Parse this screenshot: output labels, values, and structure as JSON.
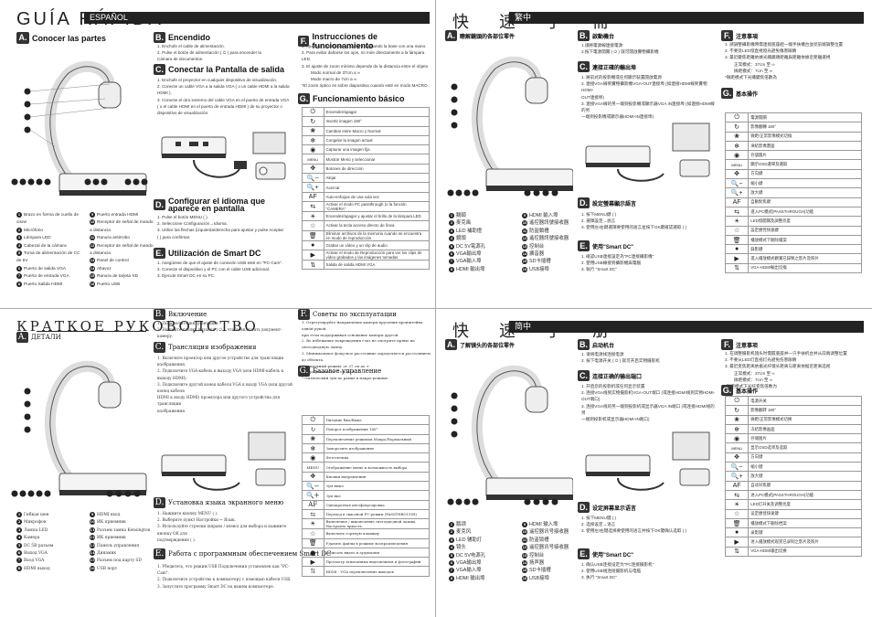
{
  "es": {
    "title": "GUÍA RÁPIDA",
    "lang": "ESPAÑOL",
    "a": {
      "tag": "A.",
      "head": "Conocer las partes"
    },
    "b": {
      "tag": "B.",
      "head": "Encendido",
      "lines": [
        "1. Enchufe el cable de alimentación.",
        "2. Pulse el botón de alimentación ( ⏻ ) para encender la",
        "Cámara de documentos."
      ]
    },
    "c": {
      "tag": "C.",
      "head": "Conectar la Pantalla de salida",
      "lines": [
        "1. Enchufe el proyector en cualquier dispositivo de visualización.",
        "2. Conecte un cable VGA a la salida VGA ( o un cable HDMI a la salida",
        "HDMI ).",
        "3. Conecte el otro extremo del cable VGA en el puerto de entrada VGA",
        "( o el cable HDMI en el puerto de entrada HDMI ) de su proyector o",
        "dispositivo de visualización."
      ]
    },
    "d": {
      "tag": "D.",
      "head1": "Configurar el idioma que",
      "head2": "aparece en pantalla",
      "lines": [
        "1. Pulse el botón MENU ( ).",
        "2. Seleccione Configuración→Idioma.",
        "3. Utilice las flechas (izquierda/derecha para ajustar y pulse Aceptar",
        "( ) para confirmar."
      ]
    },
    "e": {
      "tag": "E.",
      "head": "Utilización de Smart DC",
      "lines": [
        "1. Asegúrese de que el ajuste de conexión USB esté en \"PC-Cam\".",
        "2. Conecte el dispositivo y el PC con el cable USB adicional.",
        "3. Ejecute Smart DC en su PC."
      ]
    },
    "f": {
      "tag": "F.",
      "head": "Instrucciones de funcionamiento",
      "lines": [
        "1. Ajuste el cabezal de la cámara sujetando la base con una mano.",
        "2. Para evitar dañarse los ojos, no mire directamente a la lámpara LED.",
        "3. El ajuste de zoom mínimo depende de la distancia entre el objeto",
        "Modo normal de 37cm a ∞",
        "Modo macro de 7cm a ∞",
        "*El zoom óptico es sobre diapositiva cuando esté en modo MACRO."
      ]
    },
    "g": {
      "tag": "G.",
      "head": "Funcionamiento básico"
    },
    "legend": [
      "Brazo en forma de cuello de cisne",
      "Micrófono",
      "Lámpara LED",
      "Cabezal de la cámara",
      "Toma de alimentación de CC de 5V",
      "Puerto de salida VGA",
      "Puerto de entrada VGA",
      "Puerto Salida HDMI",
      "Puerto entrada HDMI",
      "Receptor de señal de mando a distancia",
      "Ranura antirrobo",
      "Receptor de señal de mando a distancia",
      "Panel de control",
      "Altavoz",
      "Ranura de tarjeta SD",
      "Puerto USB"
    ],
    "ops": [
      "Encender/apagar",
      "Invertir imagen 180°",
      "Cambiar entre Macro y Normal",
      "Congelar la imagen actual",
      "Capturar una imagen fija",
      "Mostrar Menú y seleccionar",
      "Botones de dirección",
      "Alejar",
      "Acercar",
      "Auto-enfoque de una sola vez",
      "Activar el modo PC passthrough (o la función \"CAMERA\"",
      "Encender/apagar y ajustar el brillo de la lámpara LED",
      "Activar la tecla acceso directo de línea",
      "Eliminar archivos de la memoria cuando se encuentra en modo de reproducción",
      "Grabar un vídeo y un clip de audio",
      "Activar el modo de Reproducción para ver los clips de vídeo grabados y las imágenes tomadas",
      "Salida de salida HDMI VGA"
    ]
  },
  "tw": {
    "title": "快 速 手 冊",
    "lang": "繁中",
    "a": {
      "tag": "A.",
      "head": "瞭解鏡頭的各部位零件"
    },
    "b": {
      "tag": "B.",
      "head": "啟動機台",
      "lines": [
        "1.請將電源線連接電源",
        "2.按下電源開關 ( ⏻ ) 就可開啟實物攝影機"
      ]
    },
    "c": {
      "tag": "C.",
      "head": "連接正確的輸出埠",
      "lines": [
        "1. 將前式的投影機或任何顯示裝置開啟電源",
        "2. 連接VGA線到實物攝影機VGA-OUT連接埠 (如連接HDMI線到實物HDMI-",
        "OUT連接埠)",
        "3. 連接VGA線的另一端到投影機或顯示器VGA IN連接埠 (如連接HDMI線的另",
        "一端到投影機或顯示器HDMI-IN連接埠)"
      ]
    },
    "d": {
      "tag": "D.",
      "head": "設定螢幕顯示語言",
      "lines": [
        "1. 按下MENU鍵 ( )",
        "2. 選擇設定→語言",
        "3. 使用左/右鍵選擇要使用的語言並按下OK鍵確認選取 ( )"
      ]
    },
    "e": {
      "tag": "E.",
      "head": "使用\"Smart DC\"",
      "lines": [
        "1. 確認USB連接設定為\"PC連接攝影機\"",
        "2. 使用USB線接到攝影機與電腦",
        "3. 執行 \"Smart DC\""
      ]
    },
    "f": {
      "tag": "F.",
      "head": "注意事項",
      "lines": [
        "1. 請調整攝影機時需連接底座經一端手扶機台並從前端調整位置",
        "2. 不要從LED燈直視燈光避免傷害眼睛",
        "3. 最近變焦距離依據光纖鏡頭距離與距離依據近距離選視",
        "正常模式：37cm 至 ∞",
        "微距模式：7cm 至 ∞",
        "*微距模式下光纖變焦倍數為"
      ]
    },
    "g": {
      "tag": "G.",
      "head": "基本操作"
    },
    "legend": [
      "鵝頸",
      "麥克風",
      "LED 補助燈",
      "鏡頭",
      "DC 5V電源孔",
      "VGA輸出埠",
      "VGA輸入埠",
      "HDMI 輸出埠",
      "HDMI 輸入埠",
      "遙控器訊號接收器",
      "防盜鎖槽",
      "遙控器訊號接收器",
      "控制台",
      "擴音器",
      "SD卡插槽",
      "USB接埠"
    ],
    "ops": [
      "電源開關",
      "影像翻轉 180°",
      "微距/正常影像模式切換",
      "凍結影像畫面",
      "存儲圖片",
      "顯示OSD選單及選取",
      "方向鍵",
      "縮小鍵",
      "放大鍵",
      "自動對焦鍵",
      "進入PC模式(PASSTHROUGH)功能",
      "LED燈開關及調整亮度",
      "設定捷徑快速鍵",
      "播放模式下刪除檔案",
      "錄影鍵",
      "進入播放模式觀賞已錄製之影片及照片",
      "VGA-HDMI輸出切換"
    ]
  },
  "ru": {
    "title": "КРАТКОЕ РУКОВОДСТВО",
    "a": {
      "tag": "A.",
      "head": "ДЕТАЛИ"
    },
    "b": {
      "tag": "B.",
      "head": "Включение",
      "lines": [
        "1. Подключите шнур питания.",
        "2. Нажмите кнопку питания ( ⏻ ), чтобы включить документ-камеру."
      ]
    },
    "c": {
      "tag": "C.",
      "head": "Трансляция изображения",
      "lines": [
        "1. Включите проектор или другое устройство для трансляции изображения.",
        "2. Подключите VGA-кабель к выходу VGA (или HDMI-кабель к выходу HDMI).",
        "3. Подключите другой конец кабеля VGA к входу VGA (или другой конец кабеля",
        "HDMI к входу HDMI) проектора или другого устройства для трансляции",
        "изображения."
      ]
    },
    "d": {
      "tag": "D.",
      "head": "Установка языка экранного меню",
      "lines": [
        "1. Нажмите кнопку MENU ( ).",
        "2. Выберите пункт Настройки → Язык.",
        "3. Используйте стрелки (вправо / влево) для выбора и нажмите кнопку OK для",
        "подтверждения ( )."
      ]
    },
    "e": {
      "tag": "E.",
      "head": "Работа с программным обеспечением Smart DC",
      "lines": [
        "1. Убедитесь, что режим USB Подключения установлен как \"PC-Cam\".",
        "2. Подключите устройство к компьютеру с помощью кабеля USB.",
        "3. Запустите программу Smart DC на вашем компьютере."
      ]
    },
    "f": {
      "tag": "F.",
      "head": "Советы по эксплуатации",
      "lines": [
        "1. Отрегулируйте направление камеры кручения кронштейна одной рукой,",
        "при этом поддерживая основание камеры другой.",
        "2. Во избежание повреждения глаз не смотрите прямо на светодиодную лампу.",
        "3. Минимальное фокусное расстояние определяется расстоянием до объекта.",
        "Нормальный режим: от 37 см до ∞",
        "Макро-режим: от 7 см до ∞",
        "* Оптический зум по рамке в макро-режиме."
      ]
    },
    "g": {
      "tag": "G.",
      "head": "Базовое управление"
    },
    "legend": [
      "Гибкая шея",
      "Микрофон",
      "Лампа LED",
      "Камера",
      "DC 5В разъем",
      "Выход VGA",
      "Вход VGA",
      "HDMI выход",
      "HDMI вход",
      "ИК приемник",
      "Разъем замка Kensington",
      "ИК приемник",
      "Панель управления",
      "Динамик",
      "Разъем под карту SD",
      "USB порт"
    ],
    "ops": [
      "Питание Вкл/Выкл",
      "Поворот изображения 180°",
      "Переключение режимов Макро/Нормальный",
      "Заморозить изображение",
      "Фотосъемка",
      "Отображение меню и возможность выбора",
      "Кнопки направления",
      "Зум выкл",
      "Зум вкл",
      "Однократная автофокусировка",
      "Переход в сквозной PC-режим (PASSTHROUGH)",
      "Включение / выключение светодиодной лампы. Настроить яркость.",
      "Включить горячую клавишу",
      "Удалить файлы в режиме воспроизведения",
      "Записать видео и аудиоклип",
      "Просмотр записанных видеоклипов и фотографий",
      "HDMI - VGA переключение выходов"
    ]
  },
  "cn": {
    "title": "快 速 手 册",
    "lang": "简中",
    "a": {
      "tag": "A.",
      "head": "了解镜头的各部位零件"
    },
    "b": {
      "tag": "B.",
      "head": "启动机台",
      "lines": [
        "1. 请将电源线连接电源",
        "2. 按下电源开关 ( ⏻ ) 就可开启实物摄影机"
      ]
    },
    "c": {
      "tag": "C.",
      "head": "连接正确的输出端口",
      "lines": [
        "1. 开启您的投影机或任何显示装置",
        "2. 连接VGA线到实物摄影机VGA-OUT端口 (或连接HDMI线到实物HDMI-",
        "OUT端口)",
        "3. 连接VGA线的另一端到投影机或显示器VGA IN端口 (或连接HDMI线的另",
        "一端到投影机或显示器HDMI-IN端口)"
      ]
    },
    "d": {
      "tag": "D.",
      "head": "设定屏幕显示语言",
      "lines": [
        "1. 按下MENU键 ( )",
        "2. 选择设定→语言",
        "3. 使用左/右键选择要使用的语言并按下OK键确认选取 ( )"
      ]
    },
    "e": {
      "tag": "E.",
      "head": "使用\"Smart DC\"",
      "lines": [
        "1. 确认USB连接设定为\"PC连接摄影机\"",
        "2. 使用USB线连接摄影机与电脑",
        "3. 执行 \"Smart DC\""
      ]
    },
    "f": {
      "tag": "F.",
      "head": "注意事项",
      "lines": [
        "1. 在调整摄影机镜头时需握底座并一只手扶机台并从前端调整位置",
        "2. 不要从LED灯直视灯光避免伤害眼睛",
        "3. 最近变焦距离依据光纤镜头距离与距离依据近距离选视",
        "正常模式：37cm 至 ∞",
        "微距模式：7cm 至 ∞",
        "*微距模式下光纤变焦倍数为"
      ]
    },
    "g": {
      "tag": "G.",
      "head": "基本操作"
    },
    "legend": [
      "鹅颈",
      "麦克风",
      "LED 辅助灯",
      "镜头",
      "DC 5V电源孔",
      "VGA输出埠",
      "VGA输入埠",
      "HDMI 输出埠",
      "HDMI 输入埠",
      "遥控器讯号接收器",
      "防盗锁槽",
      "遥控器讯号接收器",
      "控制台",
      "扬声器",
      "SD卡插槽",
      "USB接埠"
    ],
    "ops": [
      "电源开关",
      "影像翻转 180°",
      "微距/正常影像模式切换",
      "冻结影像画面",
      "存储图片",
      "显示OSD选单及选取",
      "方向键",
      "缩小键",
      "放大键",
      "自动对焦键",
      "进入PC模式(PASSTHROUGH)功能",
      "LED灯开关及调整亮度",
      "设定捷径快速键",
      "播放模式下删除档案",
      "录影键",
      "进入播放模式观赏已录制之影片及照片",
      "VGA-HDMI输出切换"
    ]
  },
  "icons": [
    "power-icon",
    "rotate-icon",
    "macro-icon",
    "freeze-icon",
    "camera-icon",
    "menu-ok-icon",
    "direction-pad-icon",
    "zoom-out-icon",
    "zoom-in-icon",
    "autofocus-icon",
    "pc-passthrough-icon",
    "led-lamp-icon",
    "hotkey-icon",
    "delete-icon",
    "record-icon",
    "playback-icon",
    "vga-hdmi-switch-icon"
  ],
  "icon_glyphs": [
    "⏻",
    "↻",
    "❀",
    "❄",
    "◉",
    "MENU",
    "✥",
    "🔍−",
    "🔍+",
    "AF",
    "⇆",
    "☀",
    "☆",
    "🗑",
    "●",
    "▶",
    "⇅"
  ]
}
